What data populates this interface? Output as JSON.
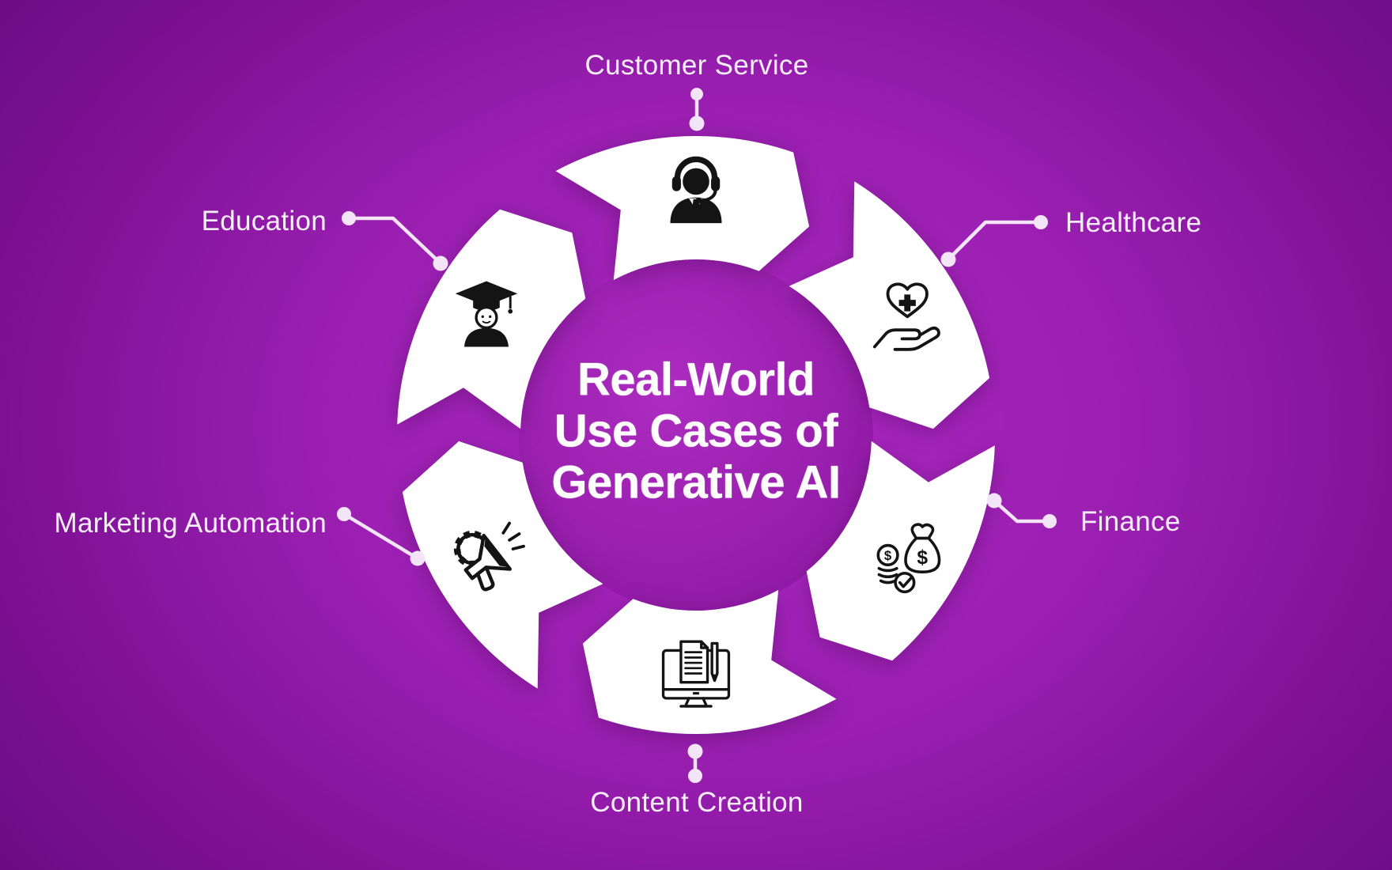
{
  "title": {
    "line1": "Real-World",
    "line2": "Use Cases of",
    "line3": "Generative AI"
  },
  "segments": [
    {
      "label": "Customer Service",
      "slug": "customer-service",
      "icon": "customer-service-icon",
      "angle": -90
    },
    {
      "label": "Healthcare",
      "slug": "healthcare",
      "icon": "healthcare-icon",
      "angle": -30
    },
    {
      "label": "Finance",
      "slug": "finance",
      "icon": "finance-icon",
      "angle": 30
    },
    {
      "label": "Content Creation",
      "slug": "content-creation",
      "icon": "content-creation-icon",
      "angle": 90
    },
    {
      "label": "Marketing Automation",
      "slug": "marketing-automation",
      "icon": "marketing-automation-icon",
      "angle": 150
    },
    {
      "label": "Education",
      "slug": "education",
      "icon": "education-icon",
      "angle": 210
    }
  ],
  "colors": {
    "background_center": "#ab29c1",
    "background_edge": "#6c0c84",
    "inner_circle_light": "#ac2cc0",
    "inner_circle_dark": "#8d17a2",
    "ring": "#ffffff",
    "icon": "#141414",
    "label_text": "#f8eefb",
    "title_text": "#ffffff",
    "connector": "#f3e4f8"
  }
}
